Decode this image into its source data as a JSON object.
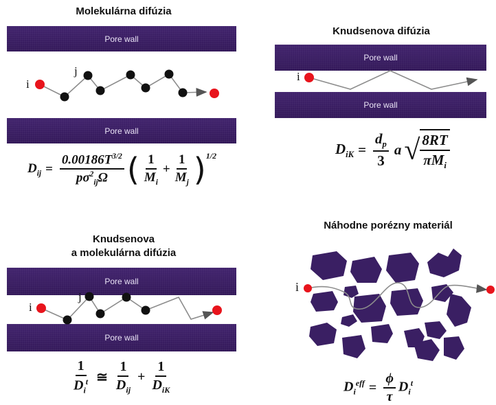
{
  "panels": {
    "molecular": {
      "title": "Molekulárna difúzia"
    },
    "knudsen": {
      "title": "Knudsenova difúzia"
    },
    "combined": {
      "title_line1": "Knudsenova",
      "title_line2": "a molekulárna difúzia"
    },
    "random": {
      "title": "Náhodne porézny materiál"
    }
  },
  "wall_label": "Pore wall",
  "labels": {
    "i": "i",
    "j": "j"
  },
  "formulas": {
    "molecular": {
      "lhs": "D",
      "lhs_sub": "ij",
      "eq": "=",
      "num": "0.00186T",
      "num_sup_n": "3",
      "num_sup_d": "2",
      "den_p": "pσ",
      "den_sup": "2",
      "den_sub": "ij",
      "den_omega": "Ω",
      "one": "1",
      "mi": "M",
      "mi_sub": "i",
      "plus": "+",
      "mj": "M",
      "mj_sub": "j",
      "exp_n": "1",
      "exp_d": "2"
    },
    "knudsen": {
      "lhs": "D",
      "lhs_sub": "iK",
      "eq": "=",
      "dp": "d",
      "dp_sub": "p",
      "three": "3",
      "a": "a",
      "rnum": "8RT",
      "rden": "πM",
      "rden_sub": "i"
    },
    "combined": {
      "one": "1",
      "di": "D",
      "di_sub": "i",
      "di_sup": "t",
      "approx": "≅",
      "dij": "D",
      "dij_sub": "ij",
      "plus": "+",
      "dik": "D",
      "dik_sub": "iK"
    },
    "random": {
      "lhs": "D",
      "lhs_sub": "i",
      "lhs_sup": "eff",
      "eq": "=",
      "phi": "ϕ",
      "tau": "τ",
      "rhs": "D",
      "rhs_sub": "i",
      "rhs_sup": "t"
    }
  },
  "colors": {
    "wall": "#3a1f63",
    "red_molecule": "#e8141c",
    "black_molecule": "#111111",
    "path": "#8c8c8c"
  }
}
